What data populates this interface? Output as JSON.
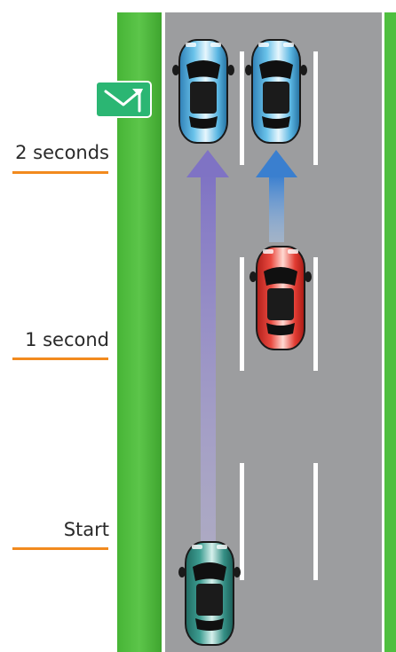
{
  "labels": {
    "two_seconds": "2 seconds",
    "one_second": "1 second",
    "start": "Start"
  },
  "icons": {
    "exit_sign": "exit-arrow-sign-icon"
  },
  "colors": {
    "grass": "#4fbf3f",
    "road": "#9c9d9f",
    "lane_marking": "#ffffff",
    "label_underline": "#f28a1e",
    "exit_sign": "#2bb673",
    "car_blue": "#4aa8d8",
    "car_red": "#e8423a",
    "car_teal": "#2f8f86",
    "arrow_purple": "#8a7cc6",
    "arrow_blue": "#3f86d0"
  },
  "vehicles": [
    {
      "id": "lead-car-at-2s",
      "color": "blue"
    },
    {
      "id": "following-car-at-2s",
      "color": "blue"
    },
    {
      "id": "lead-car-at-1s",
      "color": "red"
    },
    {
      "id": "following-car-at-start",
      "color": "teal"
    }
  ]
}
